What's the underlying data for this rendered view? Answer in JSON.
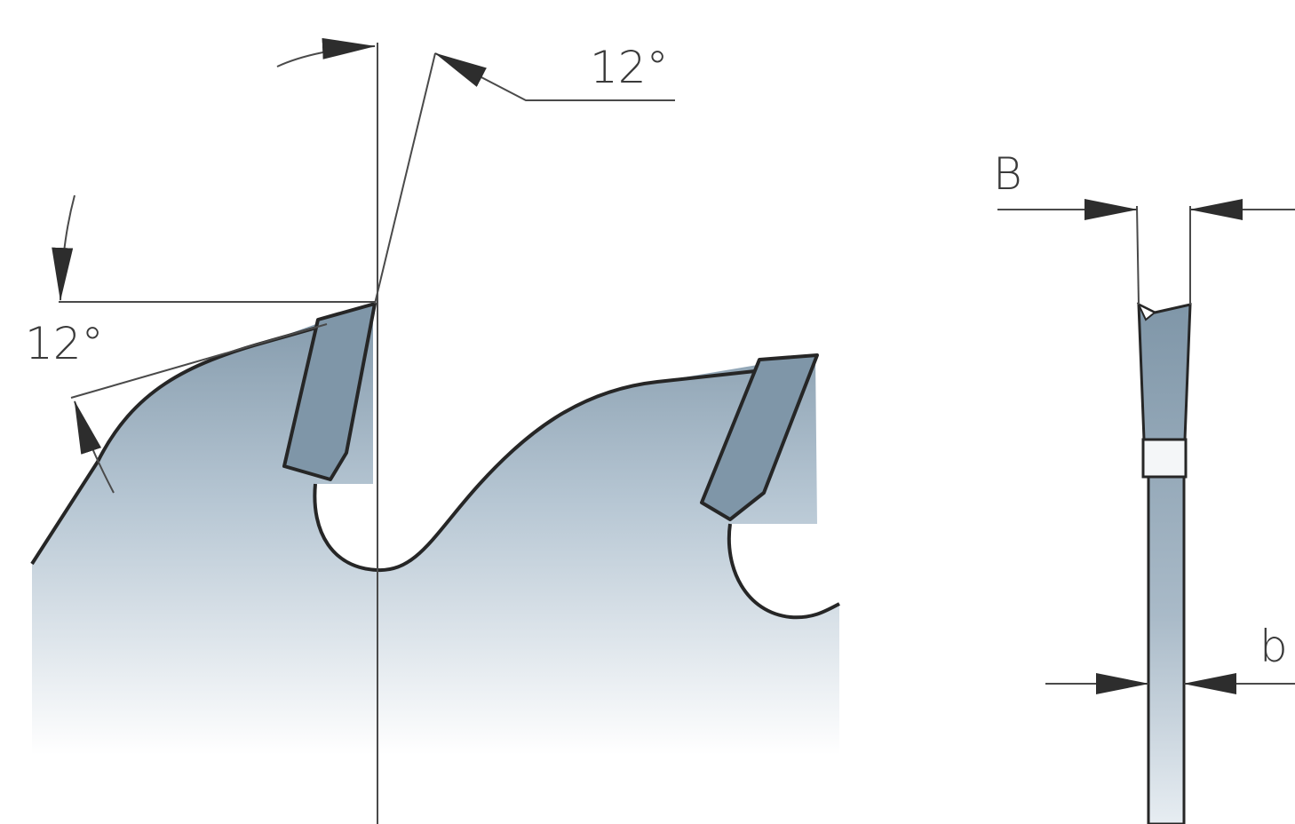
{
  "labels": {
    "hook_angle": "12°",
    "clearance_angle": "12°",
    "kerf_width": "B",
    "body_thickness": "b"
  },
  "colors": {
    "background": "#ffffff",
    "blade_top": "#8ea3b4",
    "blade_fade": "#ffffff",
    "carbide_tip": "#7f96a8",
    "outline": "#262626",
    "dimension_line": "#4a4a4a",
    "label_text": "#3a3a3a"
  }
}
